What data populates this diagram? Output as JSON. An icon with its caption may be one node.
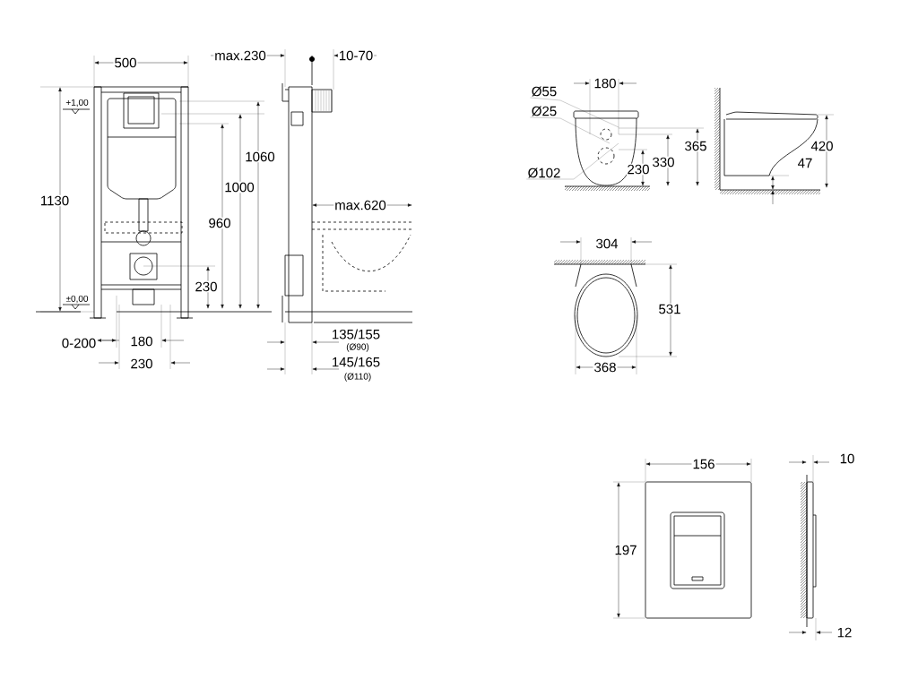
{
  "diagram": {
    "nodes": [
      {
        "text": [
          "Ø55"
        ]
      },
      {
        "text": [
          "Ø25"
        ]
      },
      {
        "text": [
          "Ø102"
        ]
      }
    ],
    "edges": [
      {
        "from": 0,
        "to": null,
        "arrow": "none"
      },
      {
        "from": 1,
        "to": null,
        "arrow": "none"
      },
      {
        "from": 2,
        "to": null,
        "arrow": "none"
      }
    ],
    "labels": [
      "500",
      "max.230",
      "10-70",
      "180",
      "+1,00",
      "1060",
      "365",
      "420",
      "330",
      "1130",
      "1000",
      "47",
      "230",
      "960",
      "max.620",
      "304",
      "230",
      "531",
      "±0,00",
      "0-200",
      "180",
      "135/155",
      "(Ø90)",
      "230",
      "368",
      "145/165",
      "(Ø110)",
      "156",
      "10",
      "197",
      "12"
    ]
  }
}
